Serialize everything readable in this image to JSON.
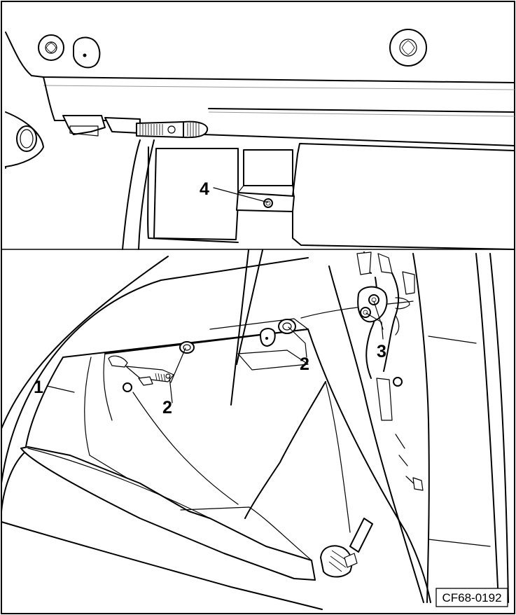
{
  "figure_code": "CF68-0192",
  "callouts": {
    "glove_box": "1",
    "screw_left": "2",
    "screw_right": "2",
    "hinge_screw": "3",
    "top_screw": "4"
  }
}
